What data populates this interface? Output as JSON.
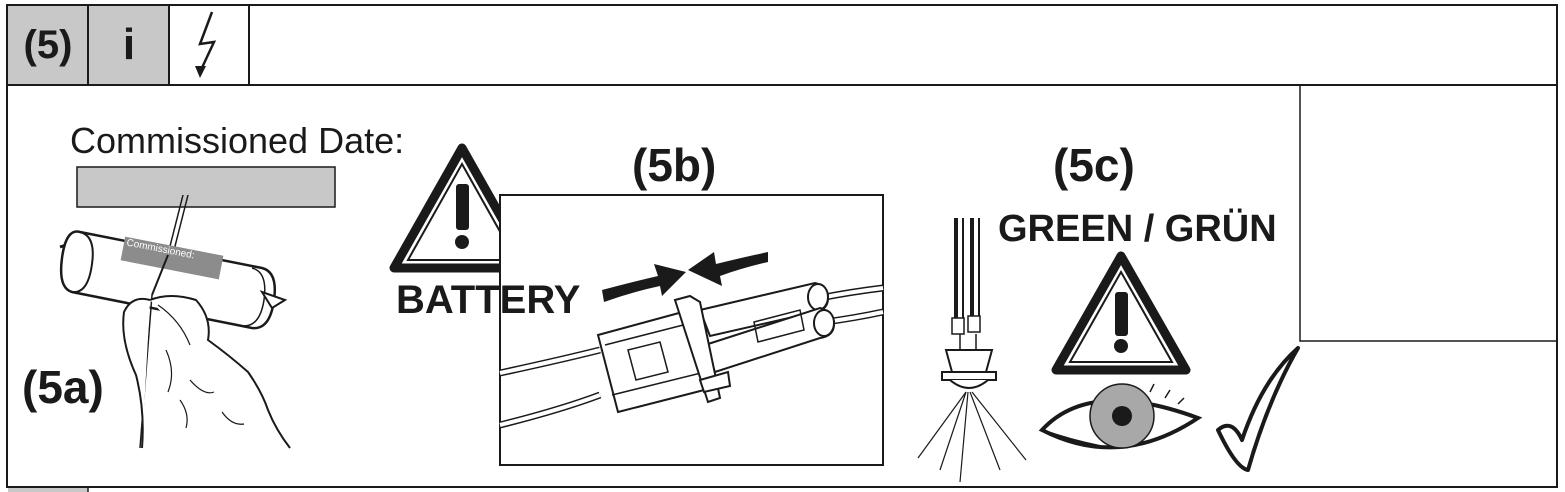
{
  "header": {
    "step_label": "(5)",
    "info_label": "i",
    "icon": "lightning-icon",
    "tab_fill_color": "#c8c8c8"
  },
  "panel_a": {
    "label": "(5a)",
    "commissioned_date_label": "Commissioned Date:",
    "battery_sticker_text": "Commissioned:"
  },
  "panel_b": {
    "label": "(5b)",
    "warning_text": "BATTERY"
  },
  "panel_c": {
    "label": "(5c)",
    "indicator_text": "GREEN / GRÜN"
  },
  "colors": {
    "line": "#1a1a1a",
    "gray_field": "#c8c8c8",
    "eye_iris": "#a8a8a8"
  }
}
